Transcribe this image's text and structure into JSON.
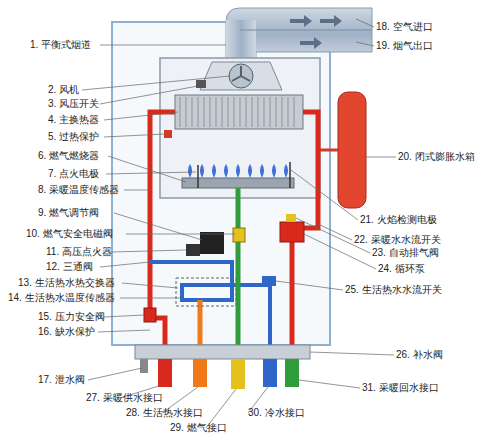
{
  "diagram": {
    "labels": [
      "1. 平衡式烟道",
      "2. 风机",
      "3. 风压开关",
      "4. 主换热器",
      "5. 过热保护",
      "6. 燃气燃烧器",
      "7. 点火电极",
      "8. 采暖温度传感器",
      "9. 燃气调节阀",
      "10. 燃气安全电磁阀",
      "11. 高压点火器",
      "12. 三通阀",
      "13. 生活热水热交换器",
      "14. 生活热水温度传感器",
      "15. 压力安全阀",
      "16. 缺水保护",
      "17. 泄水阀",
      "18. 空气进口",
      "19. 烟气出口",
      "20. 闭式膨胀水箱",
      "21. 火焰检测电极",
      "22. 采暖水水流开关",
      "23. 自动排气阀",
      "24. 循环泵",
      "25. 生活热水水流开关",
      "26. 补水阀",
      "27. 采暖供水接口",
      "28. 生活热水接口",
      "29. 燃气接口",
      "30. 冷水接口",
      "31. 采暖回水接口"
    ]
  }
}
